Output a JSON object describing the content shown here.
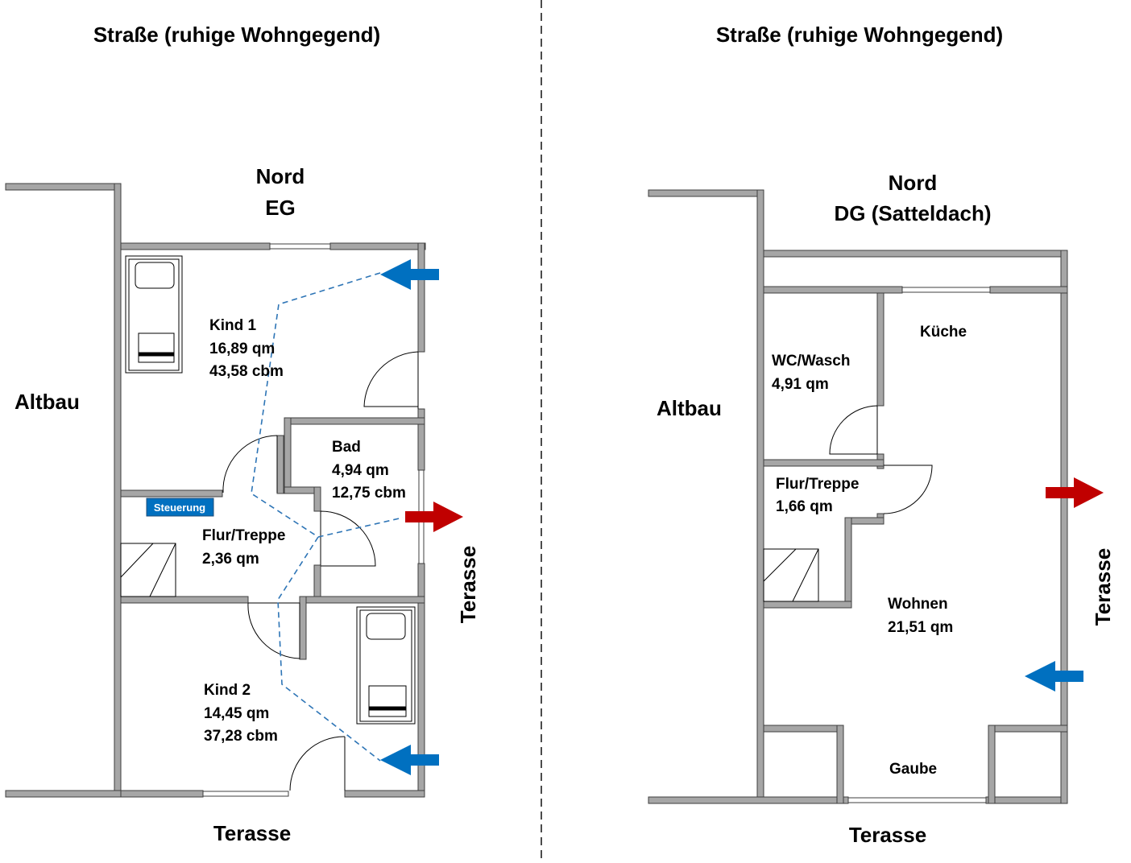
{
  "colors": {
    "wall": "#a6a6a6",
    "wall_outline": "#3f3f3f",
    "cold_arrow": "#0070c0",
    "warm_arrow": "#c00000",
    "flow_line": "#2e75b6",
    "control_badge": "#0070c0"
  },
  "left_plan": {
    "street": "Straße (ruhige Wohngegend)",
    "orientation": "Nord",
    "level": "EG",
    "neighbor": "Altbau",
    "terrace_bottom": "Terasse",
    "terrace_side": "Terasse",
    "control_label": "Steuerung",
    "rooms": [
      {
        "name": "Kind 1",
        "area": "16,89 qm",
        "volume": "43,58 cbm"
      },
      {
        "name": "Bad",
        "area": "4,94 qm",
        "volume": "12,75 cbm"
      },
      {
        "name": "Flur/Treppe",
        "area": "2,36 qm"
      },
      {
        "name": "Kind 2",
        "area": "14,45 qm",
        "volume": "37,28 cbm"
      }
    ]
  },
  "right_plan": {
    "street": "Straße (ruhige Wohngegend)",
    "orientation": "Nord",
    "level": "DG (Satteldach)",
    "neighbor": "Altbau",
    "terrace_bottom": "Terasse",
    "terrace_side": "Terasse",
    "rooms": [
      {
        "name": "Küche"
      },
      {
        "name": "WC/Wasch",
        "area": "4,91 qm"
      },
      {
        "name": "Flur/Treppe",
        "area": "1,66 qm"
      },
      {
        "name": "Wohnen",
        "area": "21,51 qm"
      },
      {
        "name": "Gaube"
      }
    ]
  }
}
